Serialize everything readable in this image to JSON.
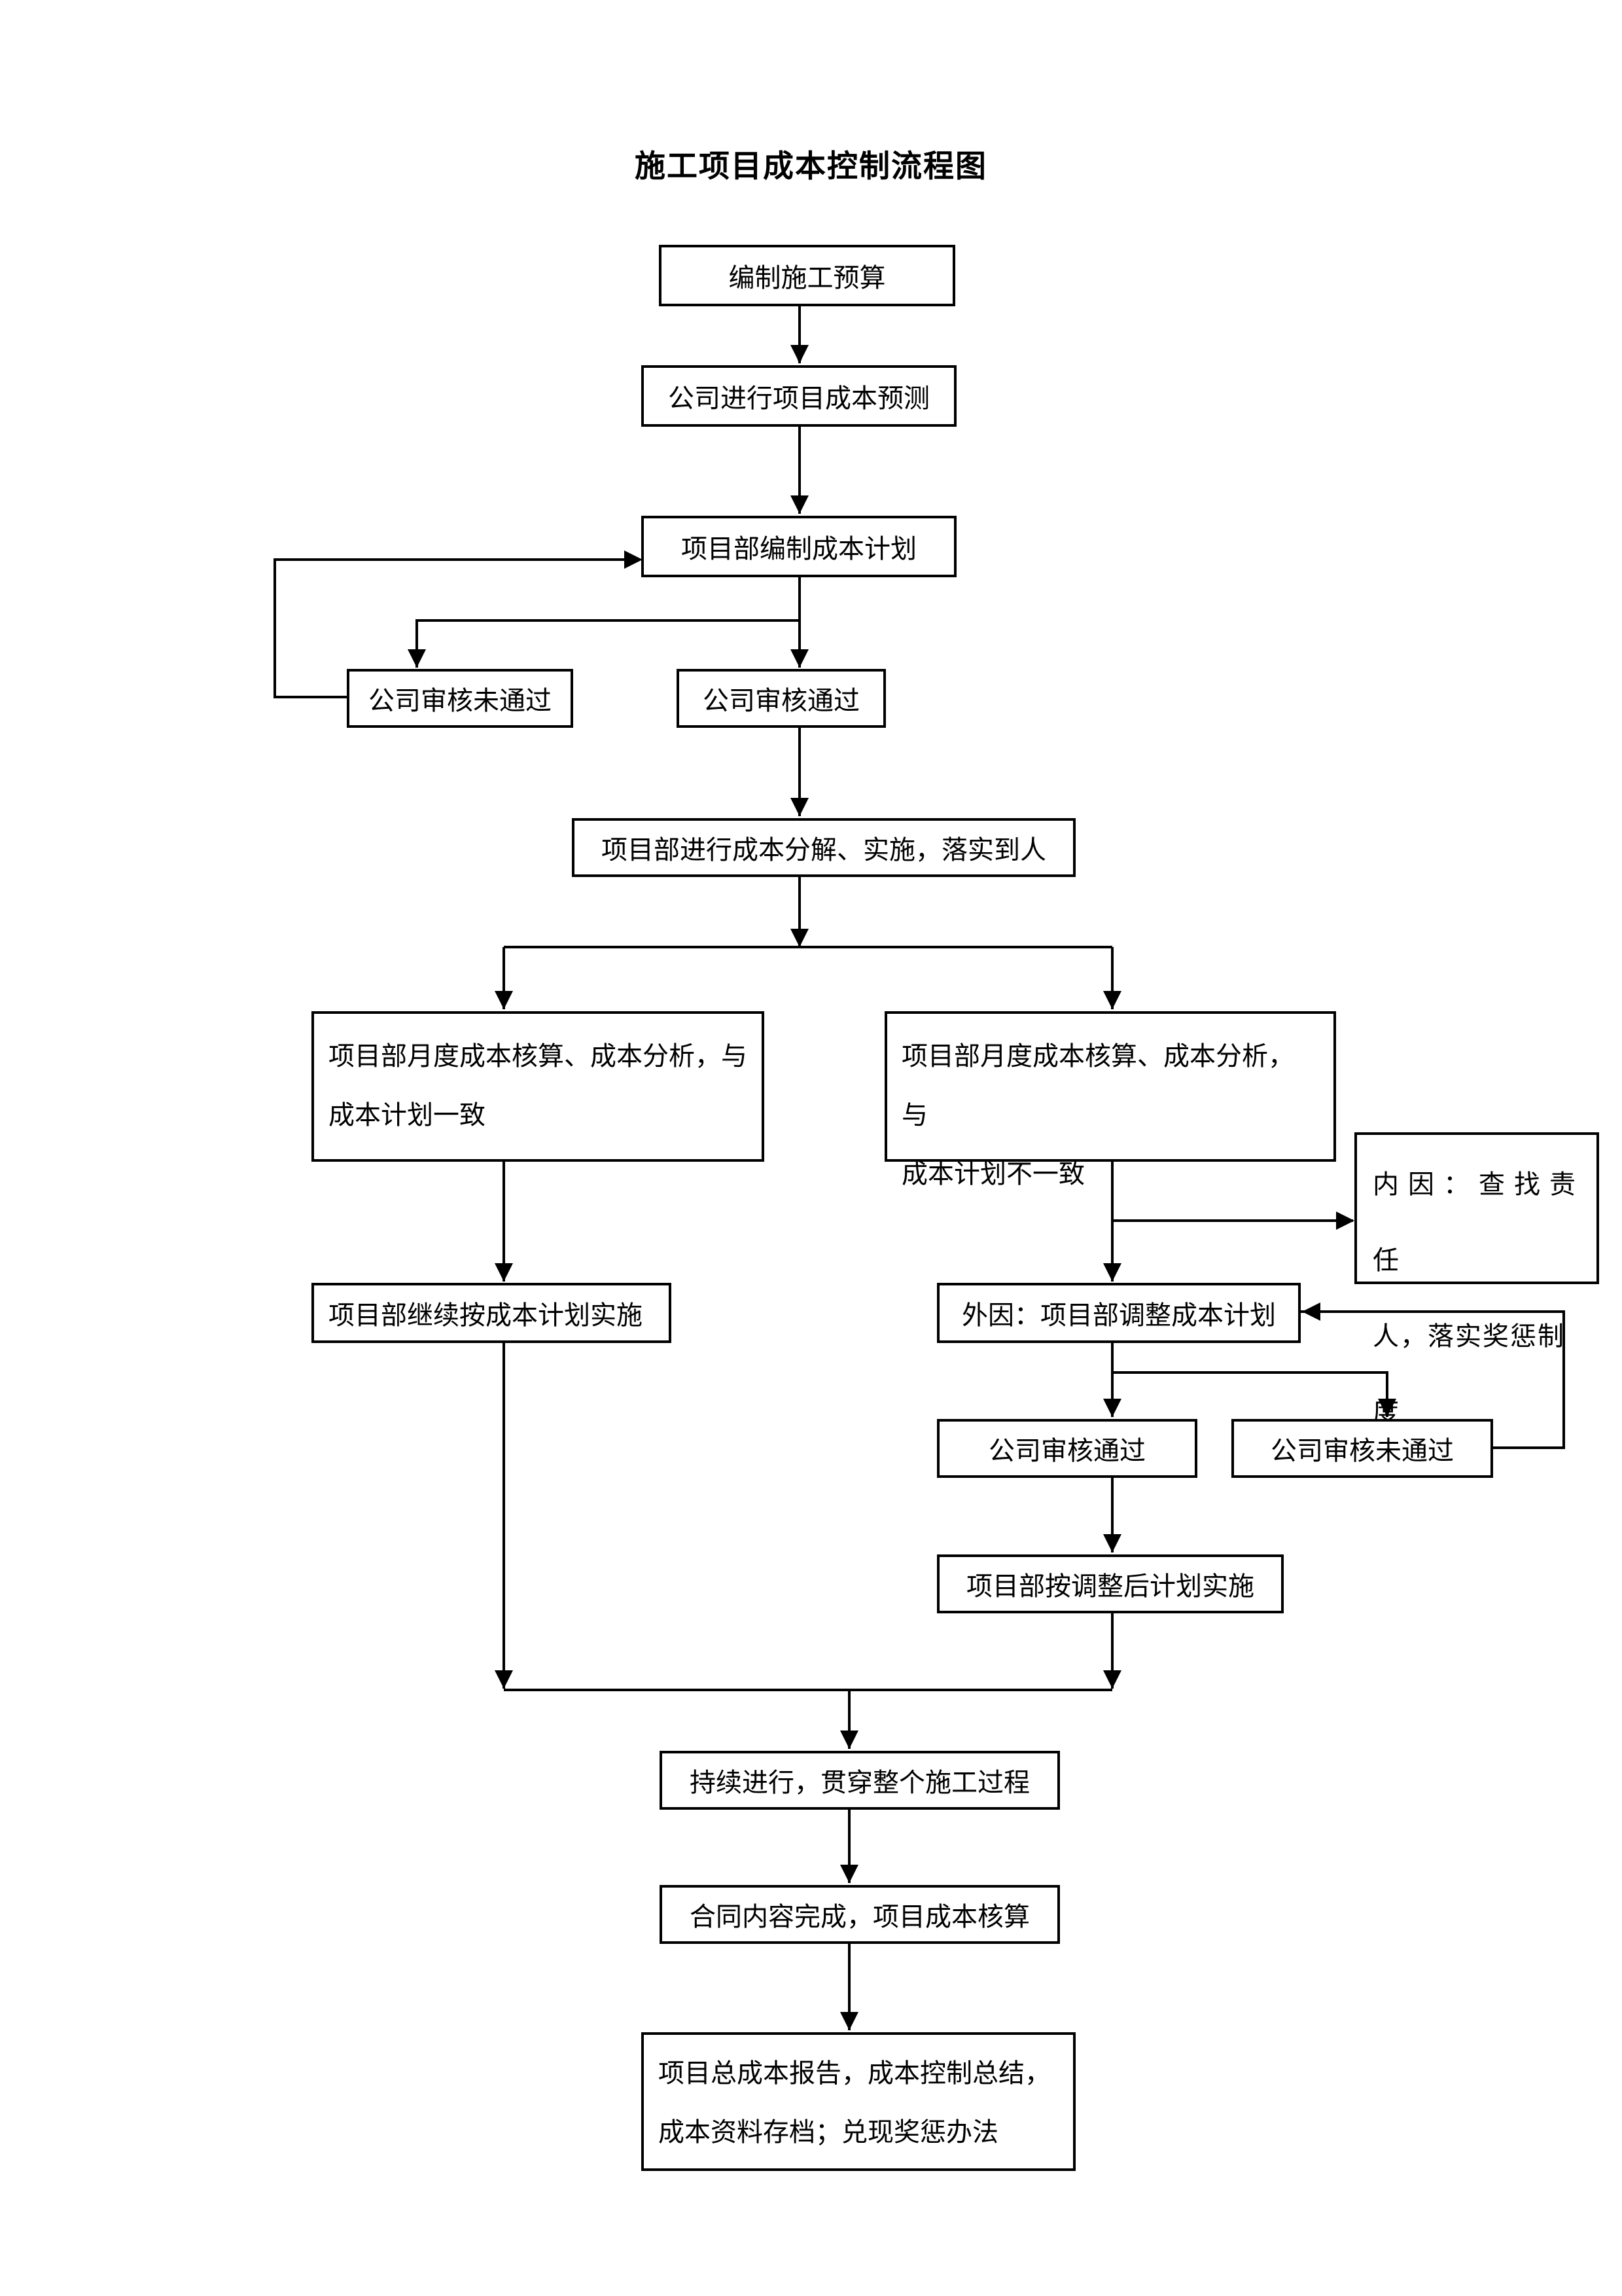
{
  "title": "施工项目成本控制流程图",
  "nodes": {
    "prepare_budget": "编制施工预算",
    "company_forecast": "公司进行项目成本预测",
    "dept_plan": "项目部编制成本计划",
    "review_fail_1": "公司审核未通过",
    "review_pass_1": "公司审核通过",
    "decompose": "项目部进行成本分解、实施，落实到人",
    "monthly_consistent": [
      "项目部月度成本核算、成本分析，与",
      "成本计划一致"
    ],
    "monthly_inconsistent": [
      "项目部月度成本核算、成本分析，与",
      "成本计划不一致"
    ],
    "internal_cause": [
      "内因：查找责任",
      "人，落实奖惩制度"
    ],
    "continue_plan": "项目部继续按成本计划实施",
    "external_cause": "外因：项目部调整成本计划",
    "review_pass_2": "公司审核通过",
    "review_fail_2": "公司审核未通过",
    "adjusted_plan": "项目部按调整后计划实施",
    "ongoing": "持续进行，贯穿整个施工过程",
    "contract_done": "合同内容完成，项目成本核算",
    "final_report": [
      "项目总成本报告，成本控制总结，",
      "成本资料存档；兑现奖惩办法"
    ]
  }
}
